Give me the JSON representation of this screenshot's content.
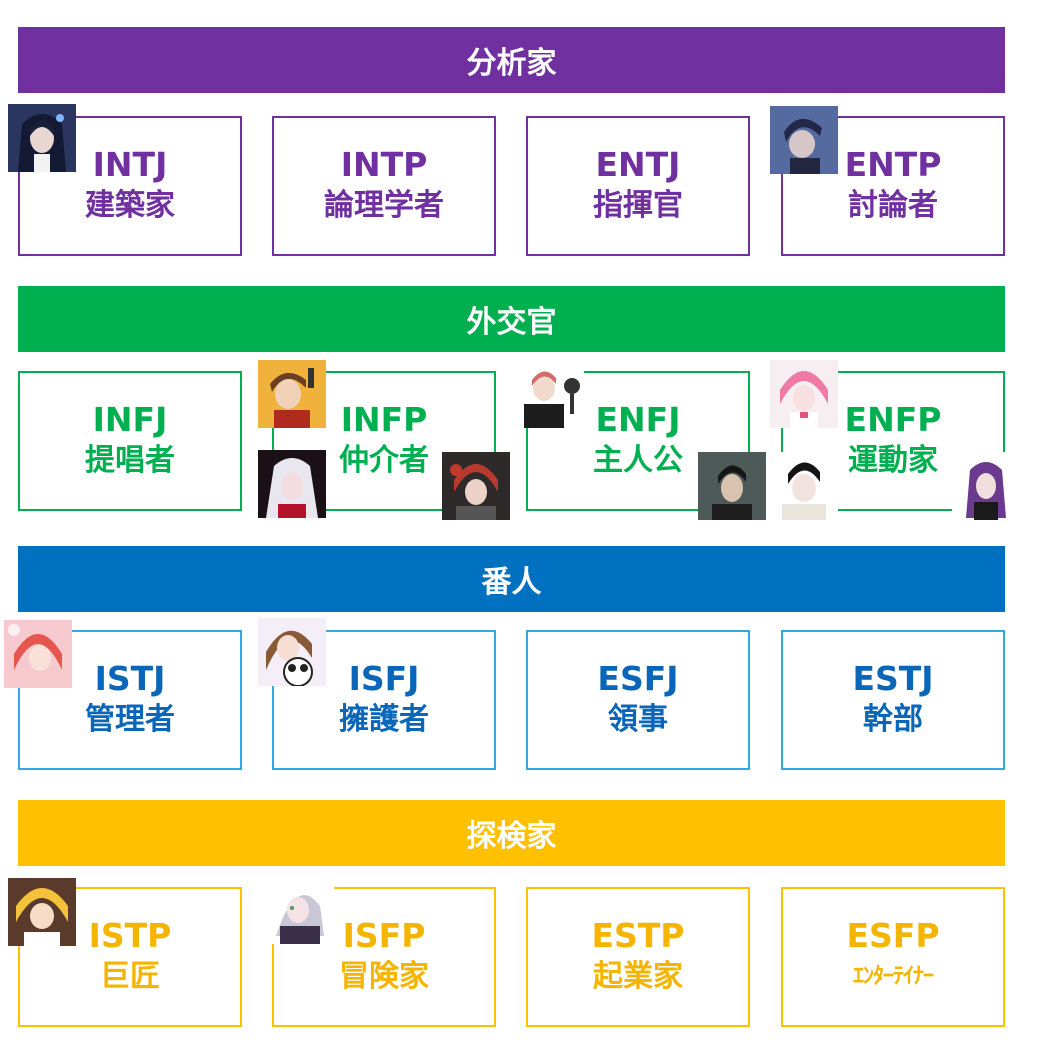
{
  "groups": [
    {
      "title": "分析家",
      "color": "#7030a0",
      "cards": [
        {
          "code": "INTJ",
          "name": "建築家"
        },
        {
          "code": "INTP",
          "name": "論理学者"
        },
        {
          "code": "ENTJ",
          "name": "指揮官"
        },
        {
          "code": "ENTP",
          "name": "討論者"
        }
      ]
    },
    {
      "title": "外交官",
      "color": "#00b050",
      "cards": [
        {
          "code": "INFJ",
          "name": "提唱者"
        },
        {
          "code": "INFP",
          "name": "仲介者"
        },
        {
          "code": "ENFJ",
          "name": "主人公"
        },
        {
          "code": "ENFP",
          "name": "運動家"
        }
      ]
    },
    {
      "title": "番人",
      "color": "#0070c0",
      "text_color": "#0a66b8",
      "border_color": "#33a8e0",
      "cards": [
        {
          "code": "ISTJ",
          "name": "管理者"
        },
        {
          "code": "ISFJ",
          "name": "擁護者"
        },
        {
          "code": "ESFJ",
          "name": "領事"
        },
        {
          "code": "ESTJ",
          "name": "幹部"
        }
      ]
    },
    {
      "title": "探検家",
      "color": "#ffc000",
      "text_color": "#f5b400",
      "cards": [
        {
          "code": "ISTP",
          "name": "巨匠"
        },
        {
          "code": "ISFP",
          "name": "冒険家"
        },
        {
          "code": "ESTP",
          "name": "起業家"
        },
        {
          "code": "ESFP",
          "name": "ｴﾝﾀｰﾃｲﾅｰ"
        }
      ]
    }
  ]
}
